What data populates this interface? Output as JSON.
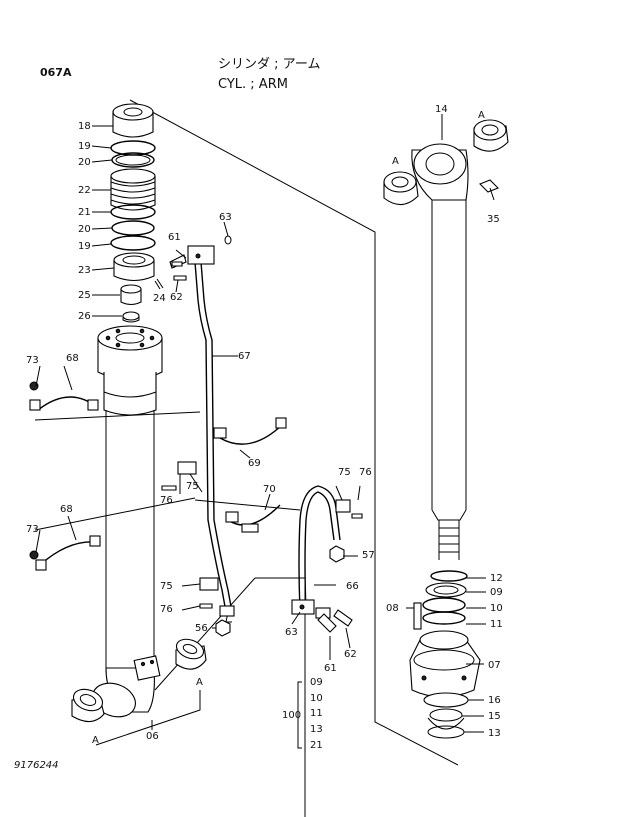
{
  "page_code": "067A",
  "title_jp": "シリンダ ; アーム",
  "title_en": "CYL. ; ARM",
  "drawing_no": "9176244",
  "ref_letters": {
    "a": "A"
  },
  "callouts": {
    "c18": "18",
    "c19a": "19",
    "c20a": "20",
    "c22": "22",
    "c21": "21",
    "c20b": "20",
    "c19b": "19",
    "c23": "23",
    "c25": "25",
    "c26": "26",
    "c24": "24",
    "c61a": "61",
    "c62a": "62",
    "c63a": "63",
    "c67": "67",
    "c73a": "73",
    "c68a": "68",
    "c69": "69",
    "c76a": "76",
    "c75a": "75",
    "c70": "70",
    "c75b": "75",
    "c76b": "76",
    "c73b": "73",
    "c68b": "68",
    "c57": "57",
    "c75c": "75",
    "c76c": "76",
    "c56": "56",
    "c66": "66",
    "c63b": "63",
    "c61b": "61",
    "c62b": "62",
    "c06": "06",
    "c14": "14",
    "c35": "35",
    "c12": "12",
    "c09a": "09",
    "c08": "08",
    "c10a": "10",
    "c11a": "11",
    "c07": "07",
    "c16": "16",
    "c15": "15",
    "c13a": "13"
  },
  "kit": {
    "number": "100",
    "items": [
      "09",
      "10",
      "11",
      "13",
      "21"
    ]
  }
}
